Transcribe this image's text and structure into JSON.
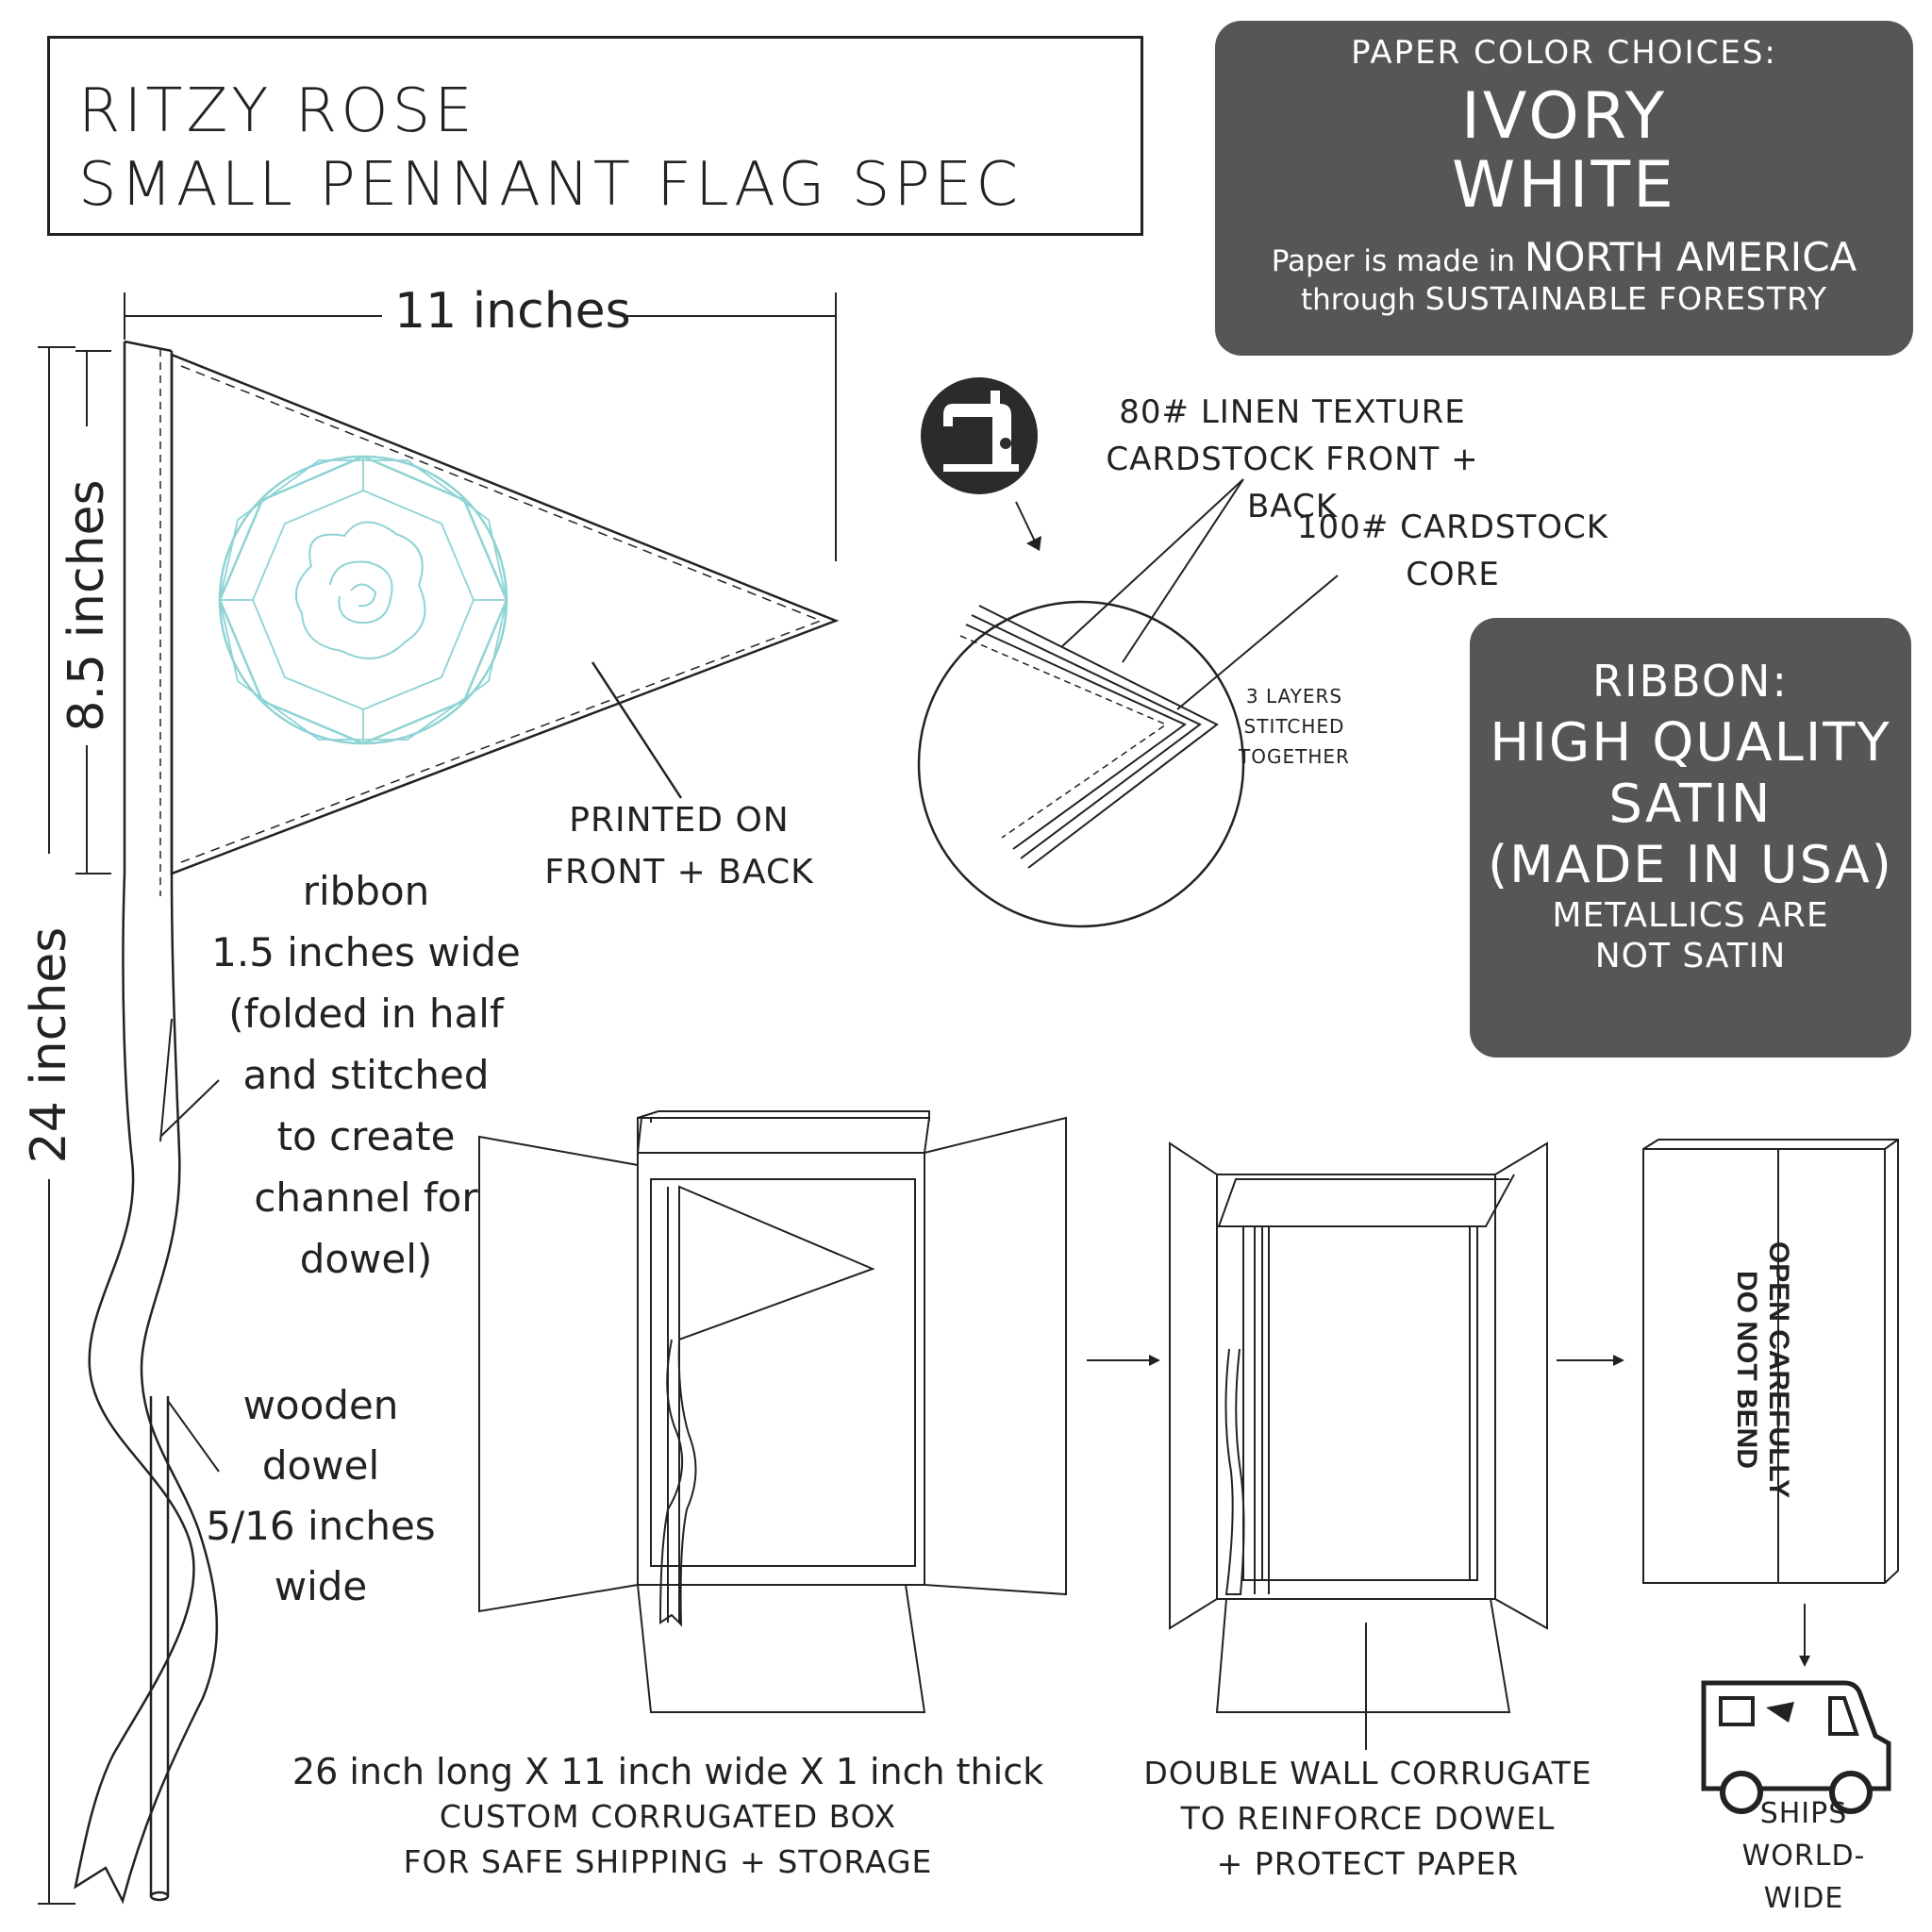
{
  "title": {
    "line1": "RITZY ROSE",
    "line2": "SMALL PENNANT FLAG SPEC"
  },
  "paper_panel": {
    "heading": "PAPER COLOR CHOICES:",
    "choice1": "IVORY",
    "choice2": "WHITE",
    "origin_line1_prefix": "Paper is made in",
    "origin_line1_emph": "NORTH AMERICA",
    "origin_line2_prefix": "through",
    "origin_line2_emph": "SUSTAINABLE FORESTRY"
  },
  "ribbon_panel": {
    "heading": "RIBBON:",
    "line1": "HIGH QUALITY",
    "line2": "SATIN",
    "line3": "(MADE IN USA)",
    "line4": "METALLICS ARE",
    "line5": "NOT SATIN"
  },
  "flag": {
    "width_label": "11 inches",
    "flag_height_label": "8.5 inches",
    "total_height_label": "24 inches",
    "printed_label": [
      "PRINTED ON",
      "FRONT + BACK"
    ]
  },
  "ribbon_note": [
    "ribbon",
    "1.5 inches wide",
    "(folded in half",
    "and stitched",
    "to create",
    "channel for",
    "dowel)"
  ],
  "dowel_note": [
    "wooden",
    "dowel",
    "5/16 inches",
    "wide"
  ],
  "detail": {
    "linen_label": [
      "80# LINEN TEXTURE",
      "CARDSTOCK FRONT + BACK"
    ],
    "core_label": [
      "100# CARDSTOCK",
      "CORE"
    ],
    "layers_label": [
      "3 LAYERS",
      "STITCHED",
      "TOGETHER"
    ],
    "icon": "sewing-machine-icon"
  },
  "box": {
    "caption": [
      "26 inch long X 11 inch wide X 1 inch thick",
      "CUSTOM CORRUGATED BOX",
      "FOR SAFE SHIPPING + STORAGE"
    ],
    "corrugate_caption": [
      "DOUBLE WALL CORRUGATE",
      "TO REINFORCE DOWEL",
      "+ PROTECT PAPER"
    ],
    "package_text": [
      "OPEN CAREFULLY",
      "DO NOT BEND"
    ],
    "ships_label": [
      "SHIPS",
      "WORLD-",
      "WIDE"
    ],
    "truck_icon": "mail-truck-icon"
  },
  "colors": {
    "rose_accent": "#8fd3d4",
    "panel_gray": "#565656",
    "ink": "#222222"
  }
}
